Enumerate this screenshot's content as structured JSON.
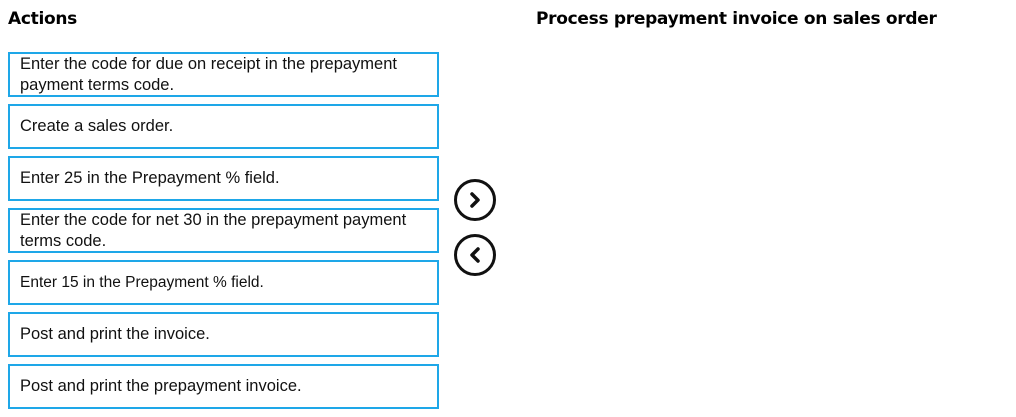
{
  "headings": {
    "actions": "Actions",
    "answer": "Process prepayment invoice on sales order"
  },
  "actions": [
    "Enter the code for due on receipt in the prepayment payment terms code.",
    "Create a sales order.",
    "Enter 25 in the Prepayment % field.",
    "Enter the code for net 30 in the prepayment payment terms code.",
    "Enter 15 in the Prepayment % field.",
    "Post and print the invoice.",
    "Post and print the prepayment invoice."
  ],
  "colors": {
    "border": "#1ea7e8"
  },
  "controls": {
    "move_right_icon": "chevron-right-circle",
    "move_left_icon": "chevron-left-circle"
  }
}
